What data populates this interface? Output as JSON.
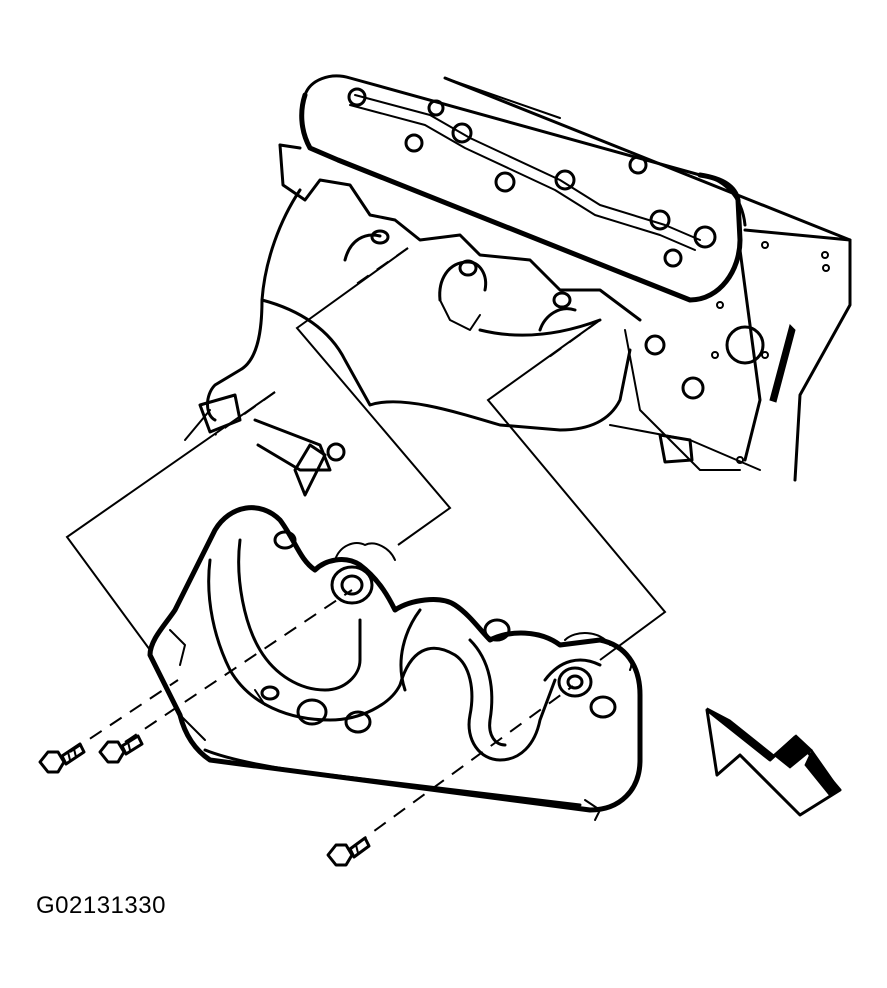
{
  "figure": {
    "code": "G02131330"
  },
  "parts": [
    {
      "id": "engine-cylinder-head",
      "icon": "engine-head-icon"
    },
    {
      "id": "exhaust-manifold",
      "icon": "exhaust-manifold-icon"
    },
    {
      "id": "manifold-bolt",
      "icon": "bolt-icon",
      "count": 3
    },
    {
      "id": "manifold-stud",
      "icon": "stud-icon",
      "count": 1
    },
    {
      "id": "direction-arrow",
      "icon": "front-arrow-icon"
    }
  ]
}
